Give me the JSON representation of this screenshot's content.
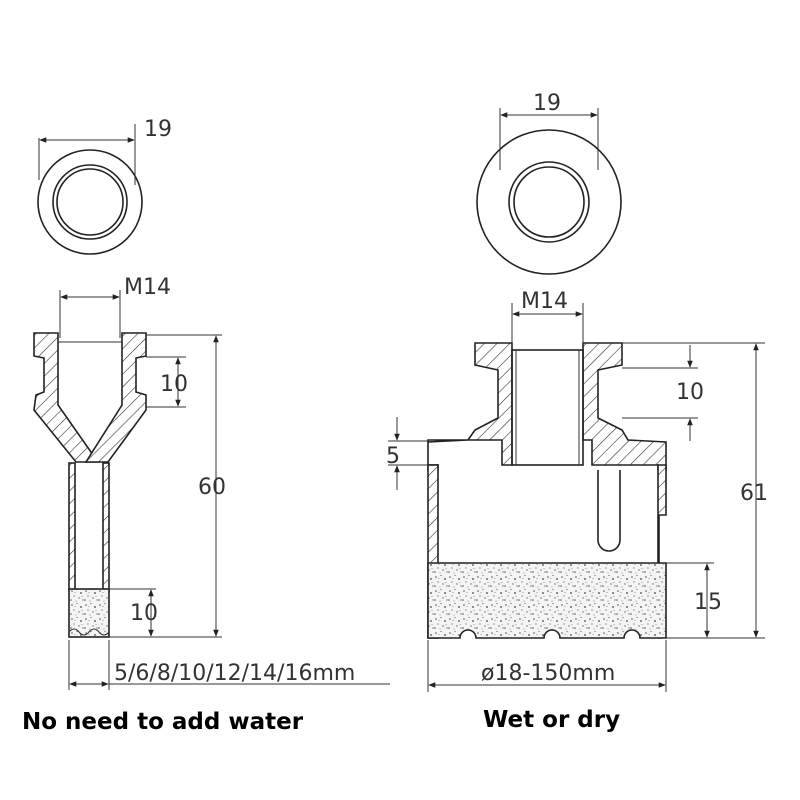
{
  "left_bit": {
    "top_diameter_label": "19",
    "thread_label": "M14",
    "thread_depth_label": "10",
    "total_length_label": "60",
    "segment_height_label": "10",
    "sizes_label": "5/6/8/10/12/14/16mm",
    "caption": "No need to add water"
  },
  "right_bit": {
    "top_diameter_label": "19",
    "thread_label": "M14",
    "thread_depth_label": "10",
    "flange_label": "5",
    "total_length_label": "61",
    "segment_height_label": "15",
    "sizes_label": "ø18-150mm",
    "caption": "Wet or dry"
  },
  "colors": {
    "line": "#222222",
    "text": "#333333",
    "caption": "#000000"
  }
}
